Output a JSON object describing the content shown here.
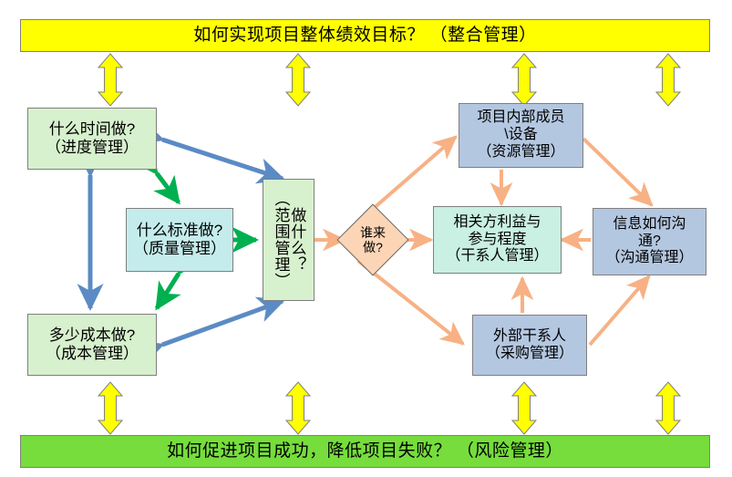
{
  "diagram": {
    "title_top": "如何实现项目整体绩效目标？  （整合管理）",
    "title_bottom": "如何促进项目成功，降低项目失败？  （风险管理）",
    "colors": {
      "top_banner_fill": "#ffff00",
      "bottom_banner_fill": "#76dd3c",
      "green_box_fill": "#d7f0cd",
      "cyan_box_fill": "#c5ecec",
      "blue_box_fill": "#b4c7e0",
      "mint_box_fill": "#c9f0e2",
      "diamond_fill": "#fbd5b5",
      "box_border": "#7f7f7f",
      "blue_arrow": "#5b8bc4",
      "green_arrow": "#00b050",
      "orange_arrow": "#f7b184",
      "yellow_arrow": "#ffff00"
    },
    "nodes": {
      "integration_banner": "如何实现项目整体绩效目标？  （整合管理）",
      "risk_banner": "如何促进项目成功，降低项目失败？  （风险管理）",
      "schedule": "什么时间做?\n（进度管理）",
      "cost": "多少成本做?\n（成本管理）",
      "quality": "什么标准做?\n（质量管理）",
      "scope_line1": "做什么？",
      "scope_line2": "（范围管理）",
      "who": "谁来\n做?",
      "resource": "项目内部成员\n\\设备\n（资源管理）",
      "stakeholder": "相关方利益与\n参与程度\n（干系人管理）",
      "communication": "信息如何沟\n通?\n（沟通管理）",
      "procurement": "外部干系人\n（采购管理）"
    },
    "connectors": {
      "yellow_top": [
        "整合管理双向箭头1",
        "整合管理双向箭头2",
        "整合管理双向箭头3",
        "整合管理双向箭头4"
      ],
      "yellow_bottom": [
        "风险管理双向箭头1",
        "风险管理双向箭头2",
        "风险管理双向箭头3",
        "风险管理双向箭头4"
      ],
      "blue": [
        "进度↔成本",
        "进度↔范围",
        "成本↔范围"
      ],
      "green": [
        "质量↔进度",
        "质量↔成本",
        "质量↔范围"
      ],
      "orange": [
        "谁来做→资源",
        "谁来做→干系人",
        "谁来做→采购",
        "资源→干系人",
        "资源→沟通",
        "沟通→干系人",
        "采购→干系人",
        "采购→沟通"
      ]
    }
  }
}
